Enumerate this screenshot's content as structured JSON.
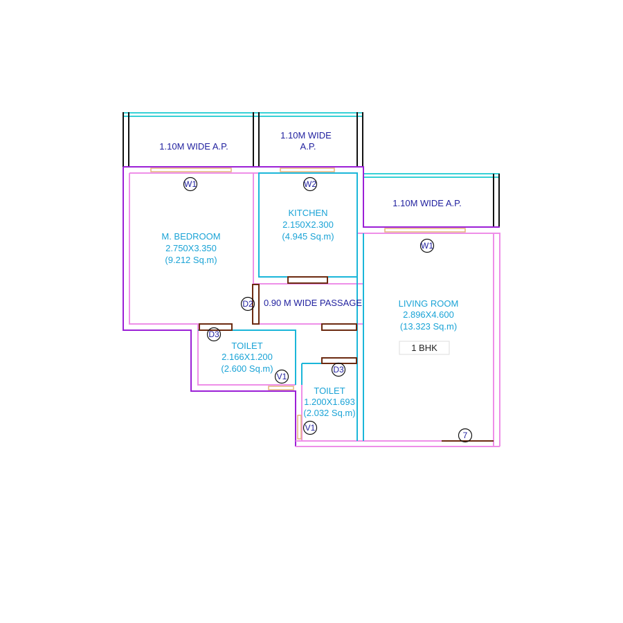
{
  "balconies": [
    {
      "line1": "1.10M WIDE A.P.",
      "line2": ""
    },
    {
      "line1": "1.10M WIDE",
      "line2": "A.P."
    },
    {
      "line1": "1.10M WIDE A.P.",
      "line2": ""
    }
  ],
  "rooms": {
    "bedroom": {
      "name": "M. BEDROOM",
      "size": "2.750X3.350",
      "area": "(9.212 Sq.m)"
    },
    "kitchen": {
      "name": "KITCHEN",
      "size": "2.150X2.300",
      "area": "(4.945 Sq.m)"
    },
    "living": {
      "name": "LIVING ROOM",
      "size": "2.896X4.600",
      "area": "(13.323 Sq.m)"
    },
    "toilet1": {
      "name": "TOILET",
      "size": "2.166X1.200",
      "area": "(2.600 Sq.m)"
    },
    "toilet2": {
      "name": "TOILET",
      "size": "1.200X1.693",
      "area": "(2.032 Sq.m)"
    }
  },
  "passage": "0.90 M WIDE PASSAGE",
  "unit_type": "1 BHK",
  "tags": {
    "w1_bedroom": "W1",
    "w2_kitchen": "W2",
    "w1_living": "W1",
    "d2": "D2",
    "d3_toilet1": "D3",
    "d3_toilet2": "D3",
    "v1_toilet1": "V1",
    "v1_toilet2": "V1",
    "entry": "7"
  },
  "colors": {
    "outer_wall": "#9b1fd6",
    "inner_wall": "#ee8ee8",
    "room_outline": "#1ab6d9",
    "door": "#6b2a10",
    "window": "#e3b27a",
    "balcony_rail": "#36d1d6",
    "wall_black": "#111111"
  }
}
